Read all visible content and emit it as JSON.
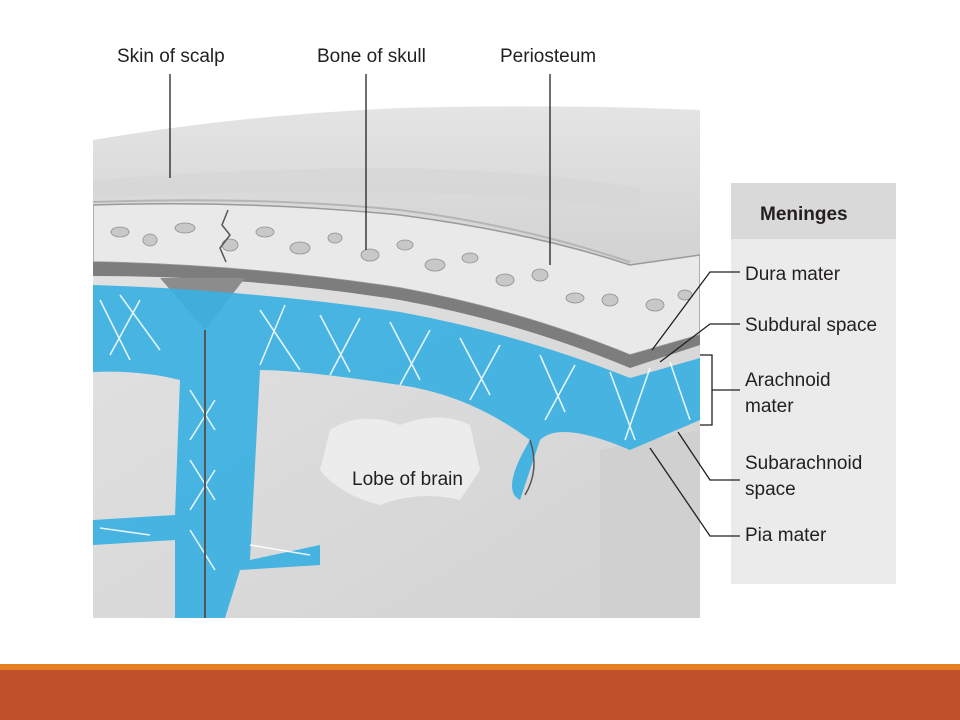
{
  "labels": {
    "skin_of_scalp": "Skin of scalp",
    "bone_of_skull": "Bone of skull",
    "periosteum": "Periosteum",
    "lobe_of_brain": "Lobe of brain"
  },
  "legend": {
    "title": "Meninges",
    "items": {
      "dura_mater": "Dura mater",
      "subdural_space": "Subdural space",
      "arachnoid_line1": "Arachnoid",
      "arachnoid_line2": "mater",
      "subarachnoid_line1": "Subarachnoid",
      "subarachnoid_line2": "space",
      "pia_mater": "Pia mater"
    }
  },
  "colors": {
    "accent_thin": "#e67e22",
    "accent_thick": "#c0502a",
    "arachnoid_blue": "#3ab0e2",
    "bone": "#e8e8e8",
    "brain": "#dcdcdc",
    "legend_panel": "#ebebeb",
    "legend_header": "#d9d9d9"
  }
}
